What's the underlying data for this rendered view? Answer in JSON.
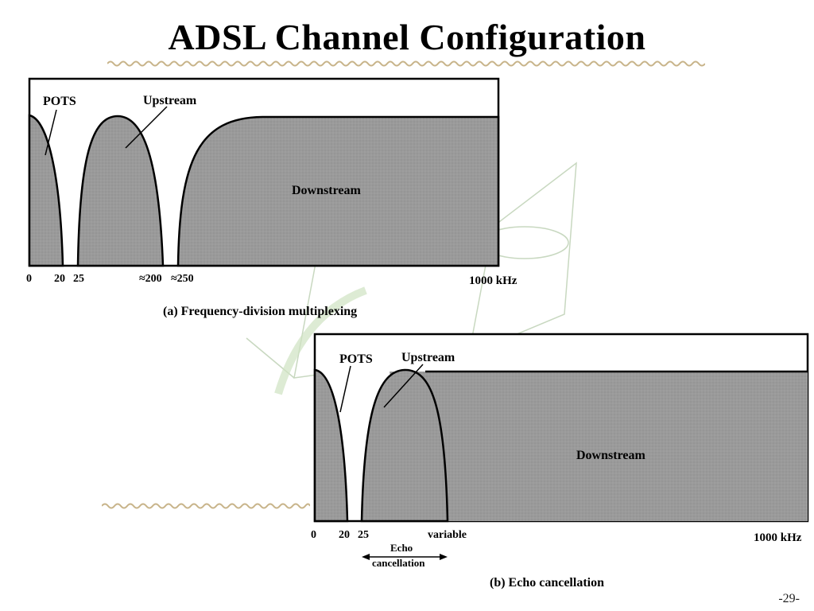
{
  "slide": {
    "title": "ADSL Channel Configuration",
    "page_number": "-29-"
  },
  "diagram_a": {
    "caption": "(a) Frequency-division multiplexing",
    "labels": {
      "pots": "POTS",
      "upstream": "Upstream",
      "downstream": "Downstream"
    },
    "ticks": [
      "0",
      "20",
      "25",
      "≈200",
      "≈250",
      "1000 kHz"
    ]
  },
  "diagram_b": {
    "caption": "(b) Echo cancellation",
    "labels": {
      "pots": "POTS",
      "upstream": "Upstream",
      "downstream": "Downstream"
    },
    "ticks": [
      "0",
      "20",
      "25",
      "variable",
      "1000 kHz"
    ],
    "echo_label_line1": "Echo",
    "echo_label_line2": "cancellation"
  },
  "colors": {
    "fill": "#9a9a9a",
    "rope": "#c8b48a",
    "watermark": "#c8d8c0"
  }
}
